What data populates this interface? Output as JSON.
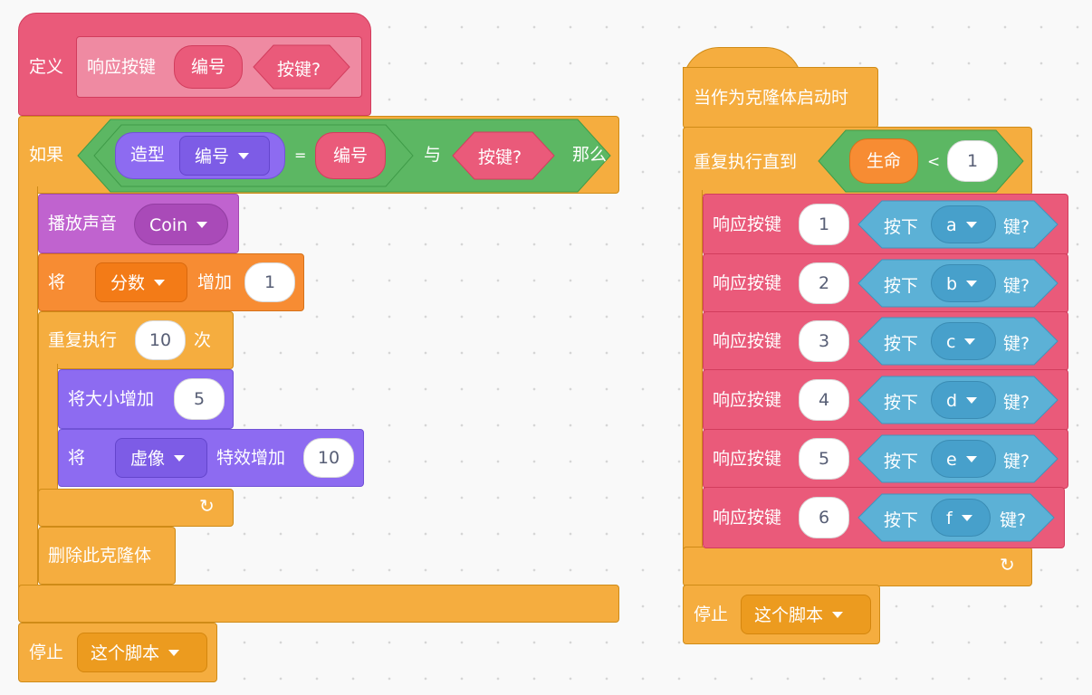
{
  "colors": {
    "control": "#f5ad3f",
    "custom": "#ea5a7a",
    "operator": "#5cb763",
    "sound": "#c063cf",
    "variable": "#f78c33",
    "looks": "#8d6bf1",
    "sensing": "#5cb1d6"
  },
  "left_script": {
    "define_label": "定义",
    "define_proc_name": "响应按键",
    "define_param1": "编号",
    "define_param2": "按键?",
    "if_label": "如果",
    "then_label": "那么",
    "costume_label": "造型",
    "costume_menu": "编号",
    "equals": "=",
    "equals_param": "编号",
    "and_label": "与",
    "key_param": "按键?",
    "play_sound_label": "播放声音",
    "sound_menu": "Coin",
    "change_var_prefix": "将",
    "var_menu": "分数",
    "change_var_suffix": "增加",
    "change_var_value": "1",
    "repeat_label": "重复执行",
    "repeat_times": "10",
    "repeat_suffix": "次",
    "change_size_label": "将大小增加",
    "change_size_value": "5",
    "effect_prefix": "将",
    "effect_menu": "虚像",
    "effect_suffix": "特效增加",
    "effect_value": "10",
    "delete_clone_label": "删除此克隆体",
    "stop_label": "停止",
    "stop_menu": "这个脚本"
  },
  "right_script": {
    "hat_label": "当作为克隆体启动时",
    "repeat_until_label": "重复执行直到",
    "lives_reporter": "生命",
    "less_than": "<",
    "compare_value": "1",
    "calls": [
      {
        "label": "响应按键",
        "number": "1",
        "press_label": "按下",
        "key": "a",
        "key_suffix": "键?"
      },
      {
        "label": "响应按键",
        "number": "2",
        "press_label": "按下",
        "key": "b",
        "key_suffix": "键?"
      },
      {
        "label": "响应按键",
        "number": "3",
        "press_label": "按下",
        "key": "c",
        "key_suffix": "键?"
      },
      {
        "label": "响应按键",
        "number": "4",
        "press_label": "按下",
        "key": "d",
        "key_suffix": "键?"
      },
      {
        "label": "响应按键",
        "number": "5",
        "press_label": "按下",
        "key": "e",
        "key_suffix": "键?"
      },
      {
        "label": "响应按键",
        "number": "6",
        "press_label": "按下",
        "key": "f",
        "key_suffix": "键?"
      }
    ],
    "stop_label": "停止",
    "stop_menu": "这个脚本"
  }
}
